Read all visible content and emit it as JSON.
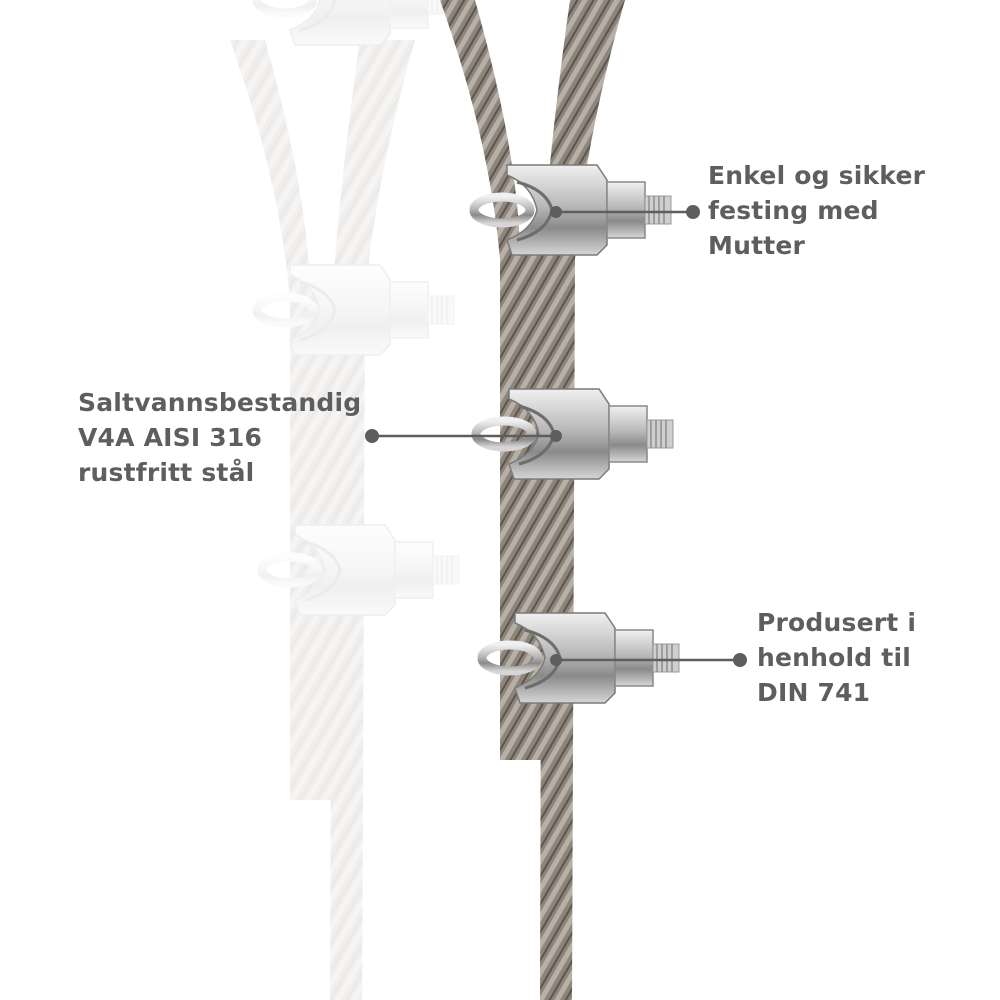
{
  "callouts": [
    {
      "lines": [
        "Enkel og sikker",
        "festing med",
        "Mutter"
      ]
    },
    {
      "lines": [
        "Saltvannsbestandig",
        "V4A AISI 316",
        "rustfritt stål"
      ]
    },
    {
      "lines": [
        "Produsert i",
        "henhold til",
        "DIN 741"
      ]
    }
  ],
  "colors": {
    "text": "#5e5e5e",
    "cable": "#8a8278",
    "clamp": "#c8c8c8"
  }
}
